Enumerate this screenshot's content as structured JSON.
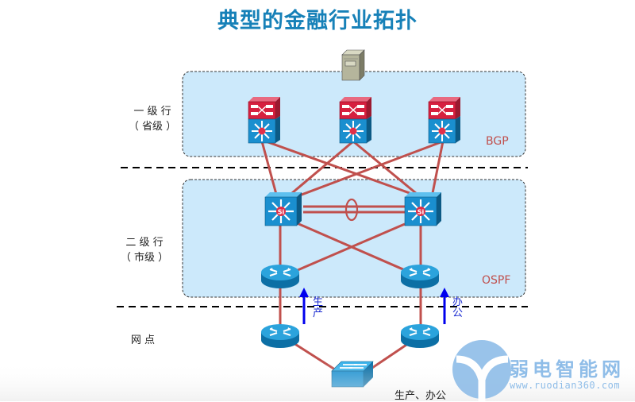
{
  "title": "典型的金融行业拓扑",
  "tiers": [
    {
      "id": "tier1",
      "label_line1": "一 级 行",
      "label_line2": "（ 省级 ）",
      "protocol": "BGP"
    },
    {
      "id": "tier2",
      "label_line1": "二 级 行",
      "label_line2": "（ 市级 ）",
      "protocol": "OSPF"
    },
    {
      "id": "tier3",
      "label_line1": "网 点"
    }
  ],
  "flows": [
    {
      "label": "生产",
      "direction": "up"
    },
    {
      "label": "办公",
      "direction": "up"
    }
  ],
  "bottom_label": "生产、办公",
  "devices": {
    "server": "server",
    "tier1_switches": [
      "nexus-switch-1",
      "nexus-switch-2",
      "nexus-switch-3"
    ],
    "tier2_switches": [
      "l3-switch-1",
      "l3-switch-2"
    ],
    "tier2_routers": [
      "router-1",
      "router-2"
    ],
    "branch_routers": [
      "router-3",
      "router-4"
    ],
    "access_switch": "workgroup-switch"
  },
  "colors": {
    "title": "#1781b8",
    "link": "#c0504d",
    "zone_fill": "#cce9fb",
    "protocol_text": "#c0504d",
    "flow_arrow": "#0000ee",
    "device_blue": "#1a8fcf",
    "device_red": "#d6203f"
  },
  "watermark": {
    "name": "弱电智能网",
    "url": "www.ruodian360.com"
  }
}
